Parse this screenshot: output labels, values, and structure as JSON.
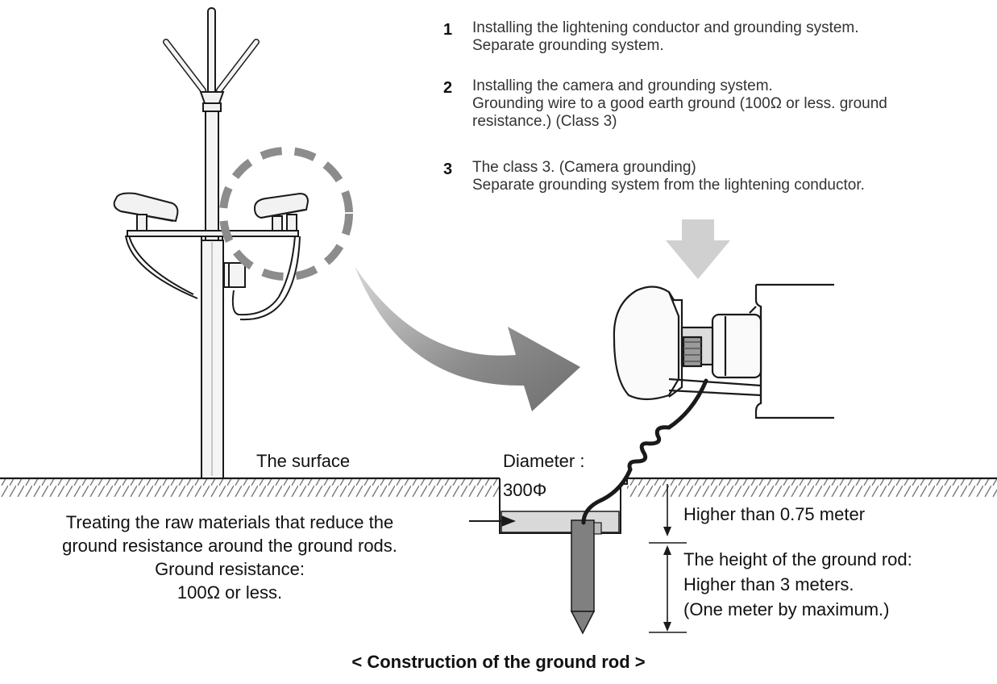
{
  "steps": [
    {
      "number": "1",
      "lines": [
        "Installing the lightening conductor and grounding system.",
        "Separate grounding system."
      ]
    },
    {
      "number": "2",
      "lines": [
        "Installing the camera and grounding system.",
        "Grounding wire to a good earth ground (100Ω or less. ground",
        "resistance.) (Class 3)"
      ]
    },
    {
      "number": "3",
      "lines": [
        "The class 3. (Camera grounding)",
        "Separate grounding system from the lightening conductor."
      ]
    }
  ],
  "labels": {
    "surface": "The surface",
    "diameter_title": "Diameter :",
    "diameter_value": "300Φ",
    "treating_lines": [
      "Treating the raw materials that reduce the",
      "ground resistance around the ground rods.",
      "Ground resistance:",
      "100Ω or less."
    ],
    "depth": "Higher than 0.75 meter",
    "rod_lines": [
      "The height of the ground rod:",
      "Higher than 3 meters.",
      "(One meter by maximum.)"
    ]
  },
  "caption": "< Construction of the ground rod >",
  "colors": {
    "line": "#1a1a1a",
    "arrow_gray": "#a8a8a8",
    "arrow_light": "#d0d0d0",
    "dash_circle": "#8c8c8c",
    "fill_material": "#d9d9d9",
    "rod": "#808080"
  }
}
